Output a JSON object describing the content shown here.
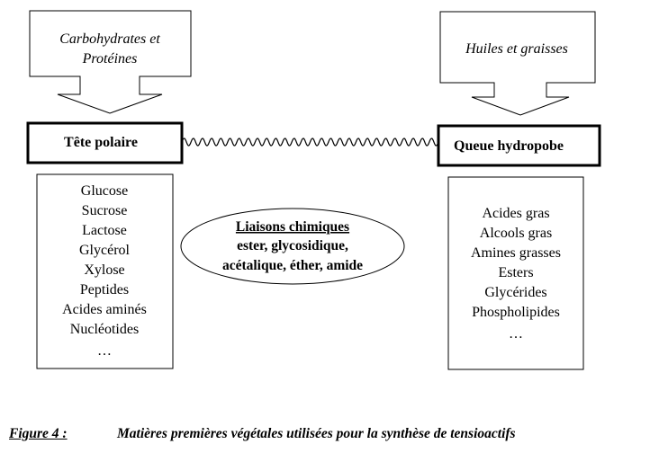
{
  "sources": {
    "left_title_line1": "Carbohydrates  et",
    "left_title_line2": "Protéines",
    "right_title": "Huiles et graisses"
  },
  "head": {
    "label": "Tête polaire"
  },
  "tail": {
    "label": "Queue hydropobe"
  },
  "polar_items": [
    "Glucose",
    "Sucrose",
    "Lactose",
    "Glycérol",
    "Xylose",
    "Peptides",
    "Acides aminés",
    "Nucléotides",
    "…"
  ],
  "hydrophobic_items": [
    "Acides gras",
    "Alcools gras",
    "Amines grasses",
    "Esters",
    "Glycérides",
    "Phospholipides",
    "…"
  ],
  "bonds": {
    "title": "Liaisons chimiques",
    "line1": "ester, glycosidique,",
    "line2": "acétalique, éther, amide"
  },
  "caption": {
    "label": "Figure 4 :",
    "text": "Matières premières végétales utilisées pour la synthèse de tensioactifs"
  }
}
